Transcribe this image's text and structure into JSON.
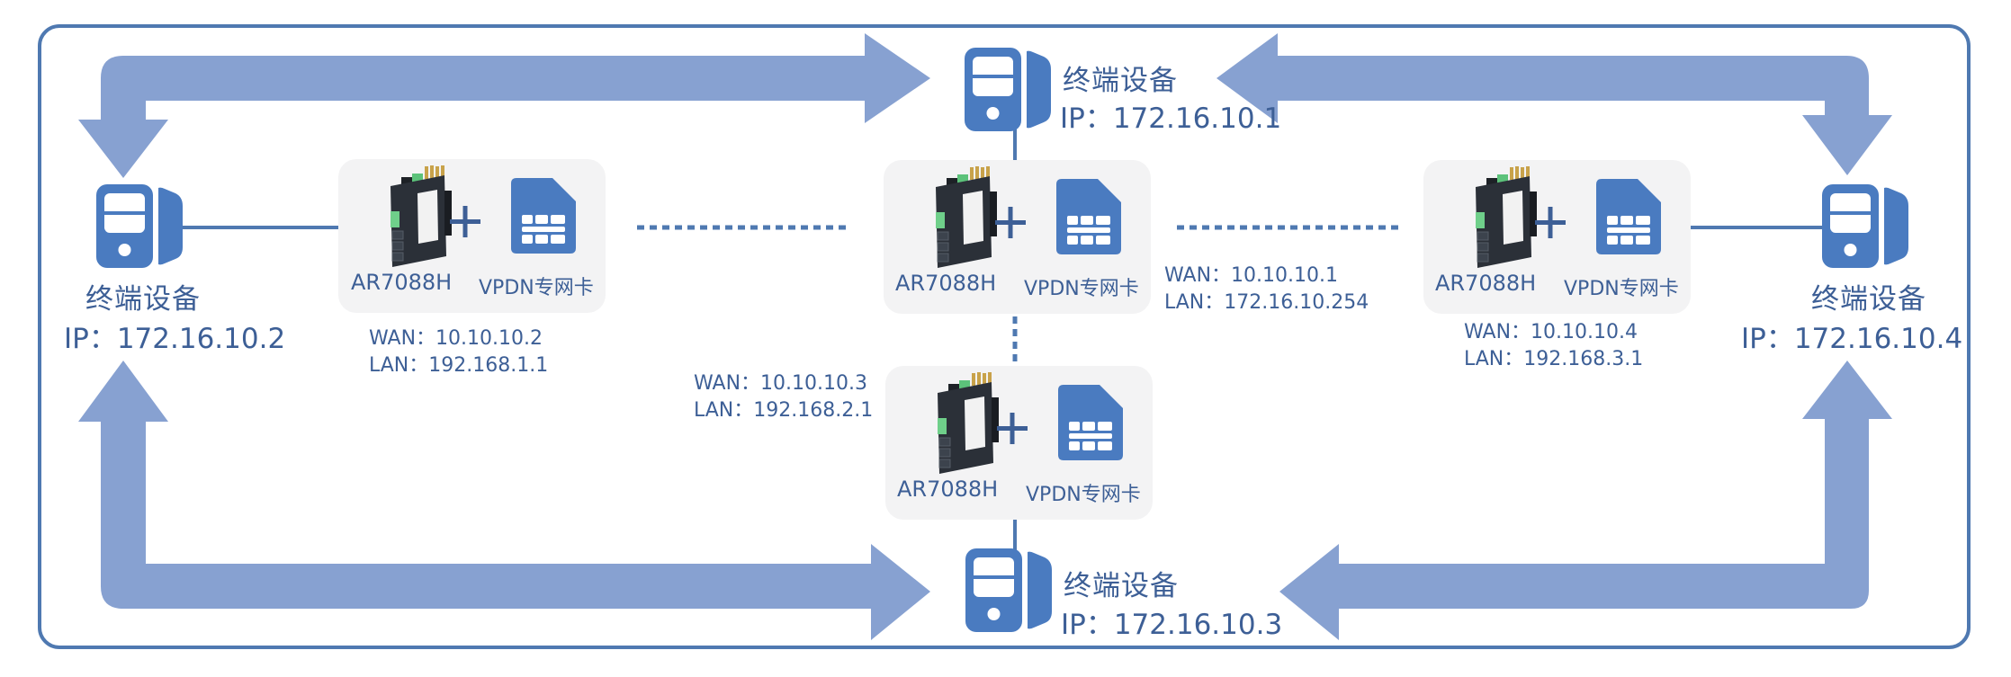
{
  "colors": {
    "frame": "#4f79b1",
    "arrow": "#87a1d1",
    "icon": "#4a7bc0",
    "text": "#3d5f96",
    "card_bg": "#f3f3f4",
    "router_body": "#2b3038"
  },
  "terminals": [
    {
      "id": "top",
      "icon": "computer-tower-icon",
      "title": "终端设备",
      "ip": "IP：172.16.10.1"
    },
    {
      "id": "left",
      "icon": "computer-tower-icon",
      "title": "终端设备",
      "ip": "IP：172.16.10.2"
    },
    {
      "id": "bottom",
      "icon": "computer-tower-icon",
      "title": "终端设备",
      "ip": "IP：172.16.10.3"
    },
    {
      "id": "right",
      "icon": "computer-tower-icon",
      "title": "终端设备",
      "ip": "IP：172.16.10.4"
    }
  ],
  "gateways": [
    {
      "id": "left",
      "device": "AR7088H",
      "device_icon": "router-icon",
      "plus": "+",
      "sim": "VPDN专网卡",
      "sim_icon": "sim-card-icon",
      "wan": "WAN：10.10.10.2",
      "lan": "LAN：192.168.1.1"
    },
    {
      "id": "center",
      "device": "AR7088H",
      "device_icon": "router-icon",
      "plus": "+",
      "sim": "VPDN专网卡",
      "sim_icon": "sim-card-icon",
      "wan": "WAN：10.10.10.1",
      "lan": "LAN：172.16.10.254"
    },
    {
      "id": "right",
      "device": "AR7088H",
      "device_icon": "router-icon",
      "plus": "+",
      "sim": "VPDN专网卡",
      "sim_icon": "sim-card-icon",
      "wan": "WAN：10.10.10.4",
      "lan": "LAN：192.168.3.1"
    },
    {
      "id": "bottom",
      "device": "AR7088H",
      "device_icon": "router-icon",
      "plus": "+",
      "sim": "VPDN专网卡",
      "sim_icon": "sim-card-icon",
      "wan": "WAN：10.10.10.3",
      "lan": "LAN：192.168.2.1"
    }
  ],
  "links": [
    {
      "from": "terminal-left",
      "to": "gateway-left",
      "style": "solid"
    },
    {
      "from": "gateway-left",
      "to": "gateway-center",
      "style": "dotted"
    },
    {
      "from": "gateway-center",
      "to": "gateway-right",
      "style": "dotted"
    },
    {
      "from": "gateway-right",
      "to": "terminal-right",
      "style": "solid"
    },
    {
      "from": "terminal-top",
      "to": "gateway-center",
      "style": "solid"
    },
    {
      "from": "gateway-center",
      "to": "gateway-bottom",
      "style": "dotted"
    },
    {
      "from": "gateway-bottom",
      "to": "terminal-bottom",
      "style": "solid"
    }
  ],
  "flows": [
    {
      "between": [
        "terminal-left",
        "terminal-top"
      ],
      "direction": "bidirectional"
    },
    {
      "between": [
        "terminal-top",
        "terminal-right"
      ],
      "direction": "bidirectional"
    },
    {
      "between": [
        "terminal-left",
        "terminal-bottom"
      ],
      "direction": "bidirectional"
    },
    {
      "between": [
        "terminal-bottom",
        "terminal-right"
      ],
      "direction": "bidirectional"
    }
  ]
}
